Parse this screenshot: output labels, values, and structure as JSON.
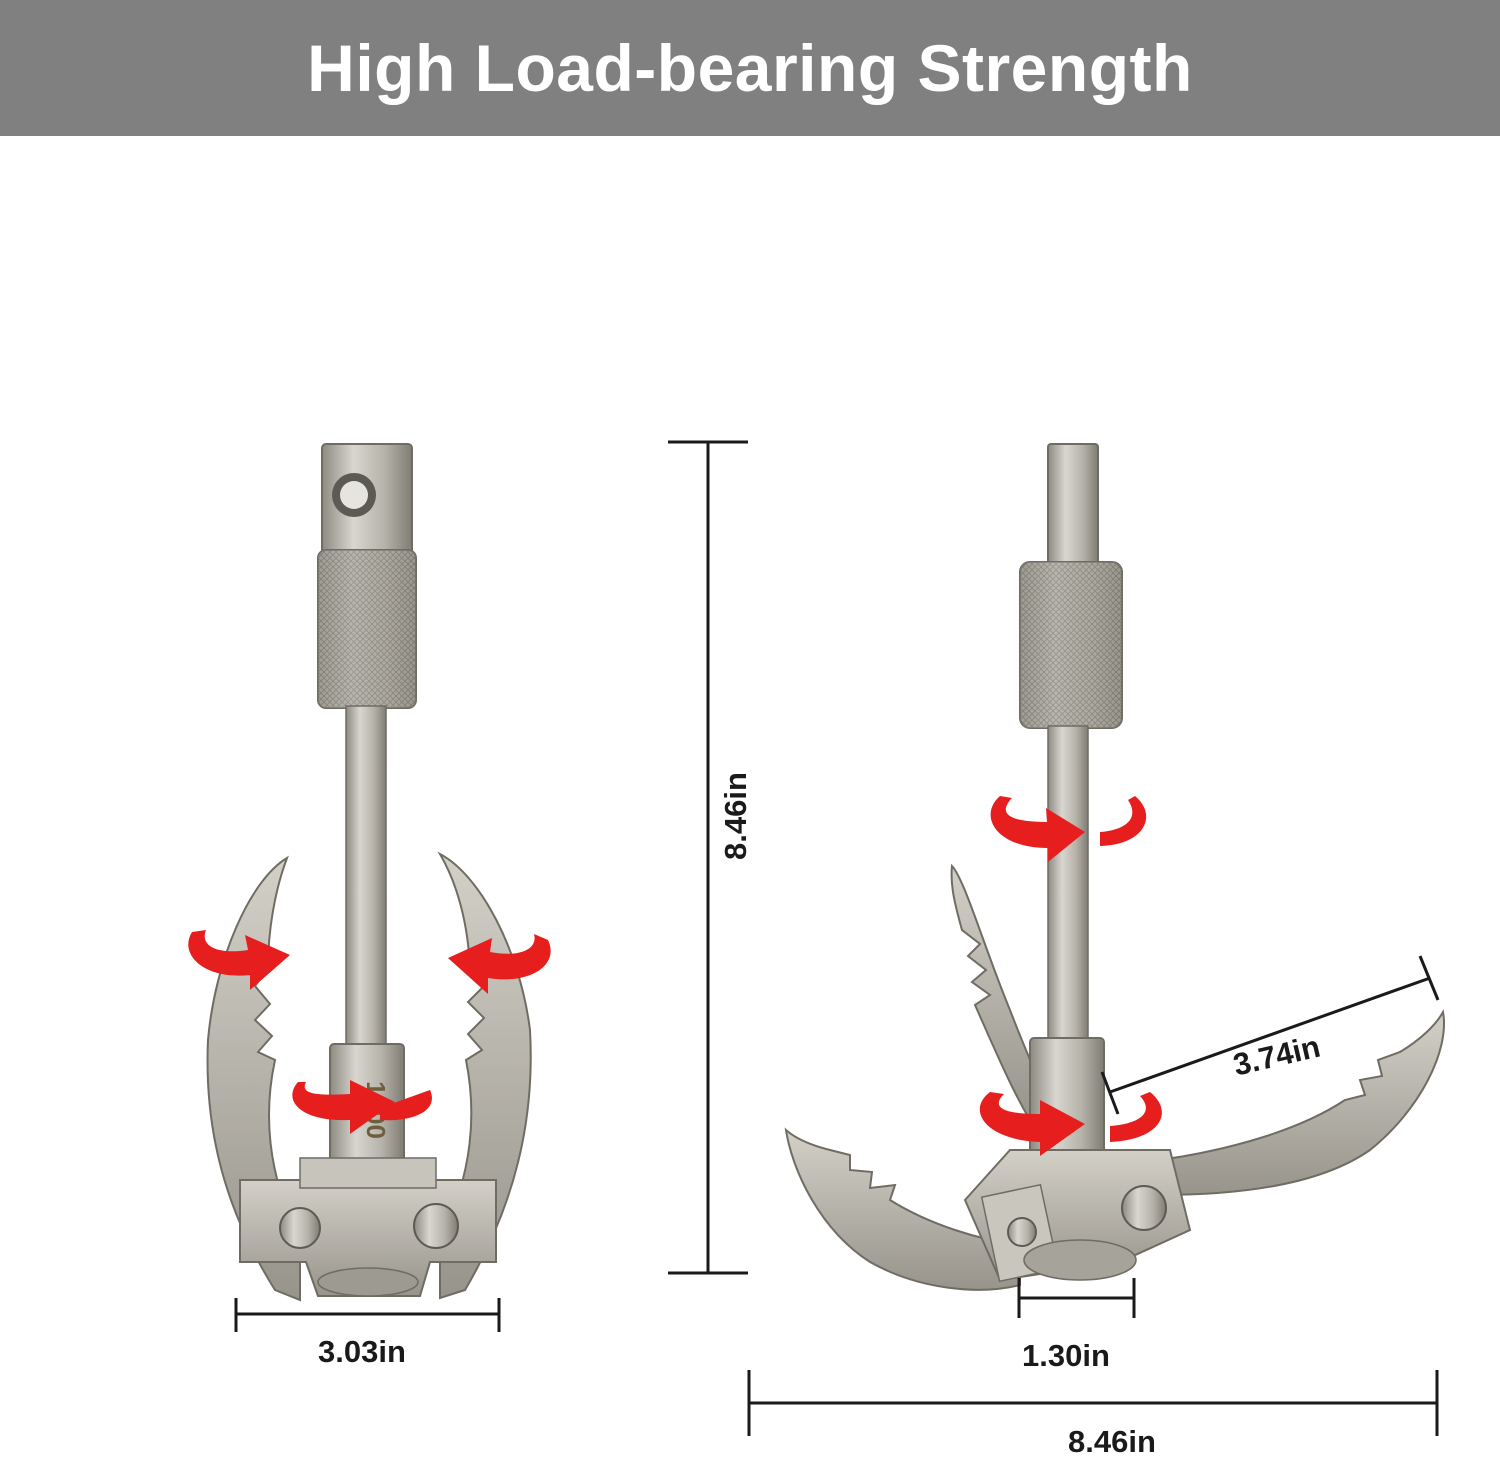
{
  "header": {
    "title": "High Load-bearing Strength"
  },
  "dimensions": {
    "closed_width": "3.03in",
    "height": "8.46in",
    "base_width": "1.30in",
    "claw_length": "3.74in",
    "open_span": "8.46in"
  },
  "product_marking": "1500",
  "icons": [
    "rotation-arrow-icon"
  ],
  "colors": {
    "banner": "#808080",
    "arrow": "#e61e1e",
    "metal": "#b9b6ad",
    "text": "#1a1a1a"
  }
}
